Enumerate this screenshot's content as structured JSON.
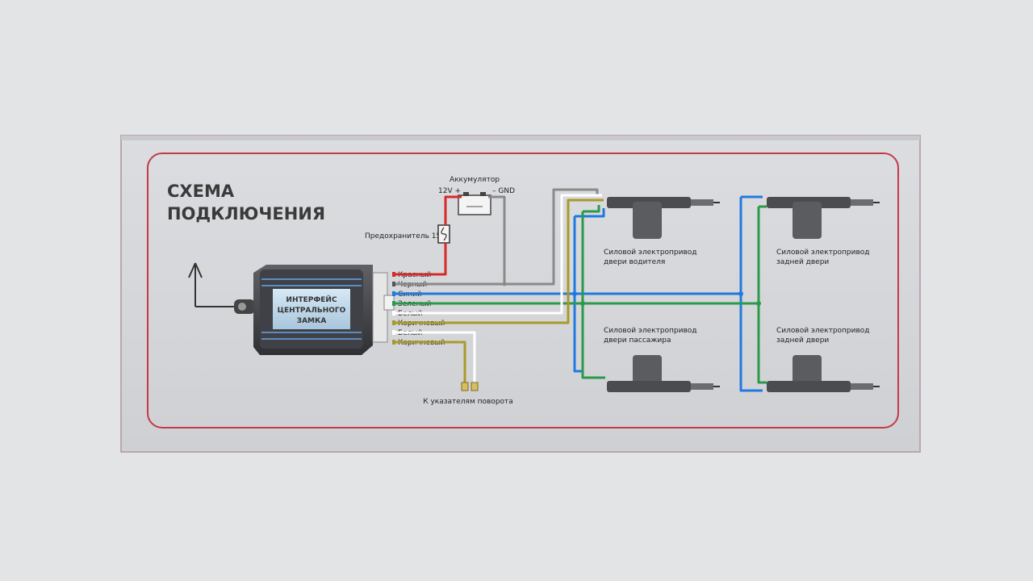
{
  "title": {
    "line1": "СХЕМА",
    "line2": "ПОДКЛЮЧЕНИЯ"
  },
  "battery": {
    "label": "Аккумулятор",
    "plus": "12V +",
    "minus": "– GND"
  },
  "fuse": {
    "label": "Предохранитель 15А"
  },
  "module": {
    "line1": "ИНТЕРФЕЙС",
    "line2": "ЦЕНТРАЛЬНОГО",
    "line3": "ЗАМКА"
  },
  "wires": [
    {
      "label": "Красный",
      "color": "#d62a2a"
    },
    {
      "label": "Черный",
      "color": "#555555"
    },
    {
      "label": "Синий",
      "color": "#1f7ae0"
    },
    {
      "label": "Зеленый",
      "color": "#2a9a4a"
    },
    {
      "label": "Белый",
      "color": "#ffffff"
    },
    {
      "label": "Коричневый",
      "color": "#a99a2a"
    },
    {
      "label": "Белый",
      "color": "#ffffff"
    },
    {
      "label": "Коричневый",
      "color": "#a99a2a"
    }
  ],
  "turn_signals": {
    "label": "К указателям поворота"
  },
  "actuators": [
    {
      "line1": "Силовой электропривод",
      "line2": "двери водителя"
    },
    {
      "line1": "Силовой электропривод",
      "line2": "задней двери"
    },
    {
      "line1": "Силовой электропривод",
      "line2": "двери пассажира"
    },
    {
      "line1": "Силовой электропривод",
      "line2": "задней двери"
    }
  ],
  "colors": {
    "box_border": "#c23a4a",
    "panel": "#d7d8da",
    "red": "#d62a2a",
    "gray": "#8a8a8a",
    "blue": "#1f7ae0",
    "green": "#2a9a4a",
    "white": "#ffffff",
    "olive": "#a99a2a"
  }
}
